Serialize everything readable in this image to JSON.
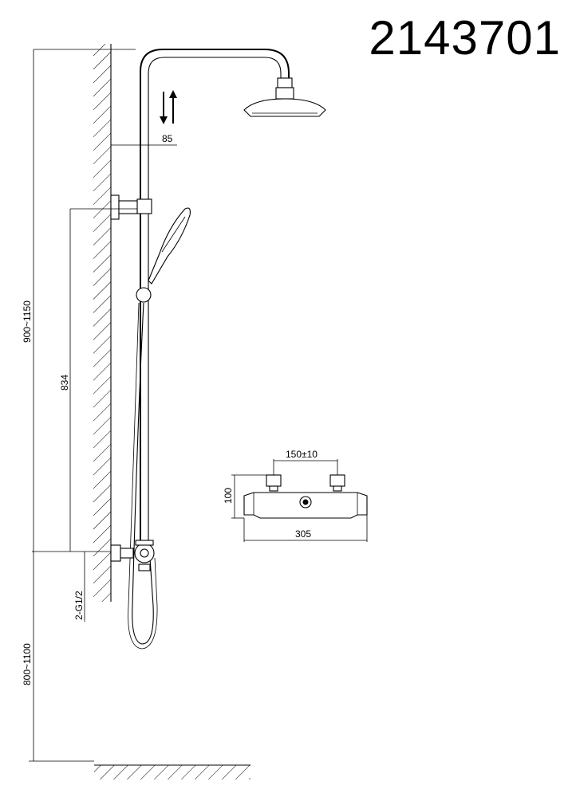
{
  "drawing": {
    "model_number": "2143701",
    "dimensions": {
      "outlet_height": "900~1150",
      "rail_length": "834",
      "arm_offset": "85",
      "inlet_height": "800~1100",
      "connection": "2-G1/2",
      "inlet_spacing": "150±10",
      "mixer_height": "100",
      "mixer_width": "305"
    }
  }
}
